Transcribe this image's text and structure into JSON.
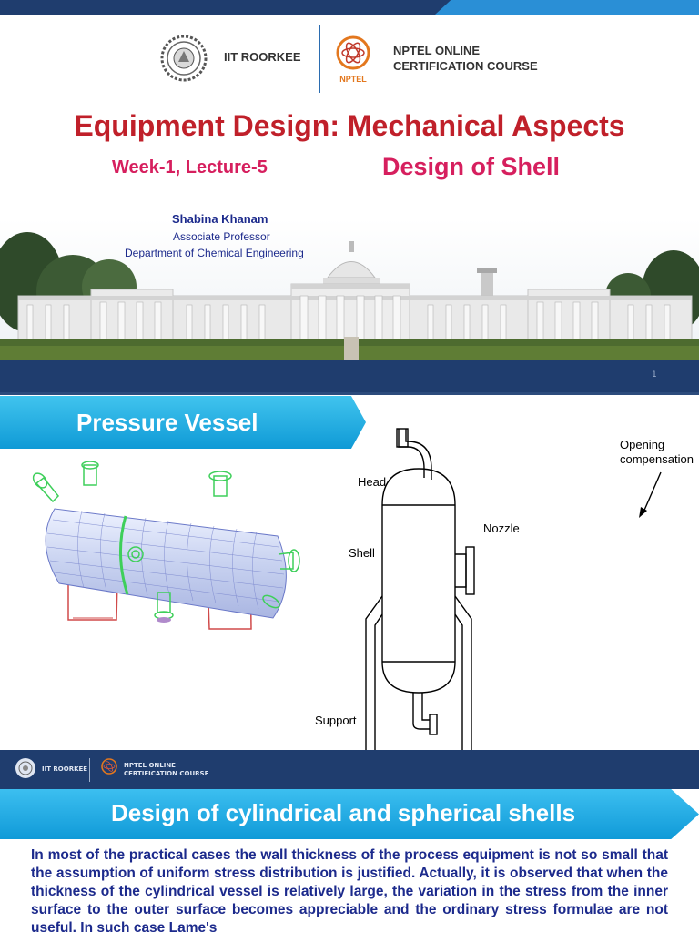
{
  "slide1": {
    "iit_name": "IIT ROORKEE",
    "nptel_line1": "NPTEL ONLINE",
    "nptel_line2": "CERTIFICATION COURSE",
    "nptel_logo_text": "NPTEL",
    "course_title": "Equipment Design: Mechanical Aspects",
    "week_lecture": "Week-1, Lecture-5",
    "topic": "Design of Shell",
    "author_name": "Shabina Khanam",
    "author_role": "Associate Professor",
    "author_dept": "Department of Chemical Engineering",
    "page_number": "1",
    "colors": {
      "navy": "#1f3d6e",
      "title_red": "#c0202a",
      "accent_pink": "#d61f5e",
      "author_blue": "#1c2a8c"
    }
  },
  "slide2": {
    "title": "Pressure Vessel",
    "labels": {
      "head": "Head",
      "shell": "Shell",
      "nozzle": "Nozzle",
      "support": "Support",
      "opening_line1": "Opening",
      "opening_line2": "compensation"
    },
    "footer_iit": "IIT ROORKEE",
    "footer_nptel_line1": "NPTEL ONLINE",
    "footer_nptel_line2": "CERTIFICATION COURSE",
    "colors": {
      "tag_blue": "#1aa6e0"
    }
  },
  "slide3": {
    "title": "Design of cylindrical and spherical shells",
    "body": "In most of the practical cases the wall thickness of the process equipment is not so small that the assumption of uniform stress distribution is justified. Actually, it is observed that when the thickness of the cylindrical vessel is relatively large, the variation in the stress from the inner surface to the outer surface becomes appreciable and the ordinary stress formulae are not useful. In such case Lame's"
  }
}
